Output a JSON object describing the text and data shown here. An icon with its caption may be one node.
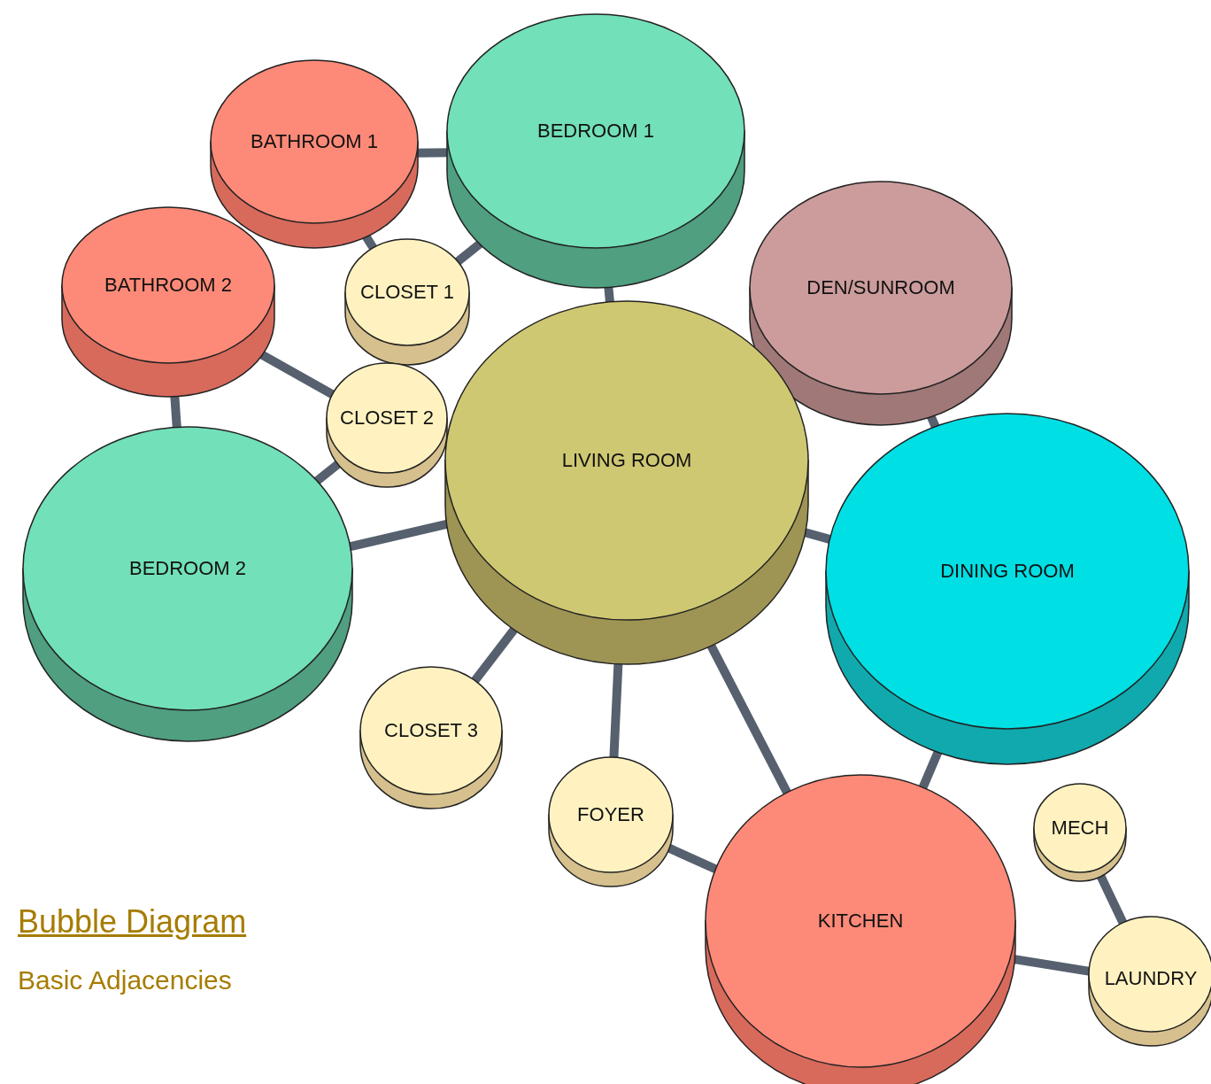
{
  "diagram": {
    "title": "Bubble Diagram",
    "caption": "Basic Adjacencies",
    "nodes": [
      {
        "text": [
          "BATHROOM 1"
        ]
      },
      {
        "text": [
          "BEDROOM 1"
        ]
      },
      {
        "text": [
          "BATHROOM 2"
        ]
      },
      {
        "text": [
          "CLOSET 1"
        ]
      },
      {
        "text": [
          "DEN/SUNROOM"
        ]
      },
      {
        "text": [
          "CLOSET 2"
        ]
      },
      {
        "text": [
          "LIVING ROOM"
        ]
      },
      {
        "text": [
          "BEDROOM 2"
        ]
      },
      {
        "text": [
          "DINING ROOM"
        ]
      },
      {
        "text": [
          "CLOSET 3"
        ]
      },
      {
        "text": [
          "FOYER"
        ]
      },
      {
        "text": [
          "MECH"
        ]
      },
      {
        "text": [
          "KITCHEN"
        ]
      },
      {
        "text": [
          "LAUNDRY"
        ]
      }
    ],
    "edges": [
      {
        "from": 0,
        "to": 1,
        "arrow": "none"
      },
      {
        "from": 0,
        "to": 3,
        "arrow": "none"
      },
      {
        "from": 3,
        "to": 1,
        "arrow": "none"
      },
      {
        "from": 1,
        "to": 6,
        "arrow": "none"
      },
      {
        "from": 2,
        "to": 5,
        "arrow": "none"
      },
      {
        "from": 2,
        "to": 7,
        "arrow": "none"
      },
      {
        "from": 5,
        "to": 7,
        "arrow": "none"
      },
      {
        "from": 7,
        "to": 6,
        "arrow": "none"
      },
      {
        "from": 4,
        "to": 8,
        "arrow": "none"
      },
      {
        "from": 6,
        "to": 8,
        "arrow": "none"
      },
      {
        "from": 6,
        "to": 9,
        "arrow": "none"
      },
      {
        "from": 6,
        "to": 10,
        "arrow": "none"
      },
      {
        "from": 6,
        "to": 12,
        "arrow": "none"
      },
      {
        "from": 8,
        "to": 12,
        "arrow": "none"
      },
      {
        "from": 10,
        "to": 12,
        "arrow": "none"
      },
      {
        "from": 11,
        "to": 13,
        "arrow": "none"
      },
      {
        "from": 12,
        "to": 13,
        "arrow": "none"
      }
    ]
  }
}
